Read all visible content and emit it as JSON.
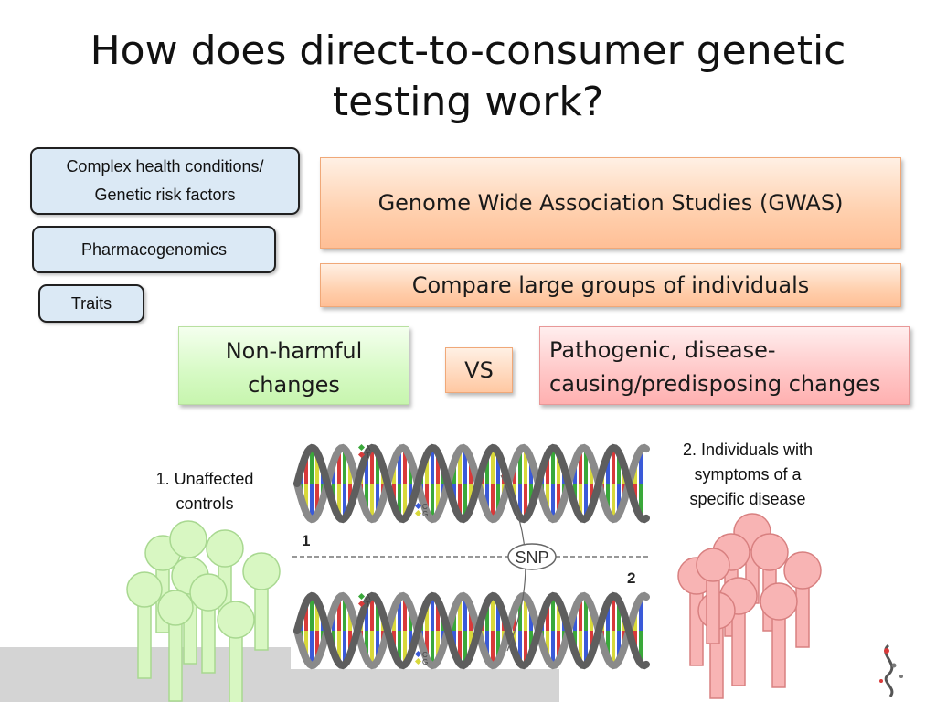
{
  "title": {
    "line1": "How does direct-to-consumer genetic",
    "line2": "testing work?"
  },
  "categories": [
    {
      "line1": "Complex health conditions/",
      "line2": "Genetic risk factors"
    },
    {
      "line1": "Pharmacogenomics"
    },
    {
      "line1": "Traits"
    }
  ],
  "gwas": "Genome Wide Association Studies (GWAS)",
  "compare": "Compare large groups of individuals",
  "non_harmful": {
    "line1": "Non-harmful",
    "line2": "changes"
  },
  "vs": "VS",
  "pathogenic": {
    "line1": "Pathogenic, disease-",
    "line2": "causing/predisposing changes"
  },
  "group1": {
    "line1": "1. Unaffected",
    "line2": "controls"
  },
  "group2": {
    "line1": "2. Individuals with",
    "line2": "symptoms of a",
    "line3": "specific disease"
  },
  "dna": {
    "label_1": "1",
    "label_2": "2",
    "snp": "SNP",
    "legend_a": "A",
    "legend_t": "T",
    "legend_c": "C",
    "legend_g": "G"
  },
  "colors": {
    "controls": "#d8f7c2",
    "controls_stroke": "#a8d890",
    "affected": "#f8b4b4",
    "affected_stroke": "#d88080",
    "base_a": "#3aa83a",
    "base_t": "#d8d83a",
    "base_c": "#3a5ad8",
    "base_g": "#d83a3a"
  }
}
